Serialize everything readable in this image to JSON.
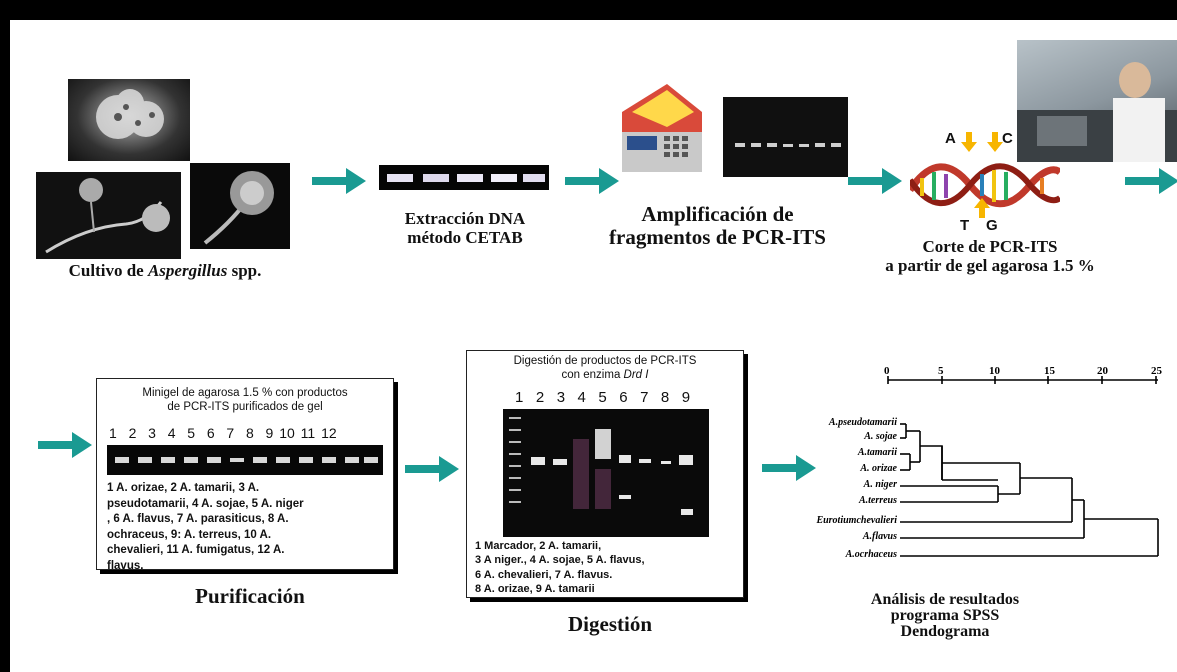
{
  "steps": {
    "cultivo": {
      "label_prefix": "Cultivo de ",
      "label_italic": "Aspergillus",
      "label_suffix": " spp."
    },
    "extraccion": {
      "line1": "Extracción DNA",
      "line2": "método CETAB"
    },
    "amplificacion": {
      "line1": "Amplificación de",
      "line2": "fragmentos de PCR-ITS"
    },
    "corte": {
      "line1": "Corte  de PCR-ITS",
      "line2": "a partir de gel agarosa 1.5  %"
    },
    "purificacion": {
      "label": "Purificación"
    },
    "digestion": {
      "label": "Digestión"
    },
    "analisis": {
      "line1": "Análisis de resultados",
      "line2": "programa SPSS",
      "line3": "Dendograma"
    }
  },
  "dna_letters": {
    "a": "A",
    "c": "C",
    "t": "T",
    "g": "G"
  },
  "purificacion_box": {
    "title1": "Minigel de agarosa 1.5 % con productos",
    "title2": "de PCR-ITS purificados de gel",
    "lanes": "1  2  3  4  5  6  7  8  9 10 11 12",
    "legend": [
      "1  A. orizae,  2  A. tamarii,  3  A.",
      "pseudotamarii, 4 A. sojae, 5 A. niger",
      ", 6 A. flavus,  7 A. parasiticus, 8 A.",
      "ochraceus,  9:  A.  terreus,  10  A.",
      "chevalieri,  11  A.  fumigatus,  12  A.",
      "flavus."
    ]
  },
  "digestion_box": {
    "title1": "Digestión de productos de PCR-ITS",
    "title2_prefix": "con enzima ",
    "title2_italic": "Drd I",
    "lanes": "1   2   3   4   5   6   7   8   9",
    "legend": [
      "1 Marcador, 2 A. tamarii,",
      "3 A niger., 4 A. sojae, 5 A. flavus,",
      "6 A. chevalieri, 7 A. flavus.",
      "8 A. orizae, 9 A. tamarii"
    ]
  },
  "dendrogram": {
    "ticks": [
      "0",
      "5",
      "10",
      "15",
      "20",
      "25"
    ],
    "leaves": [
      "A.pseudotamarii",
      "A. sojae",
      "A.tamarii",
      "A. orizae",
      "A. niger",
      "A.terreus",
      "Eurotiumchevalieri",
      "A.flavus",
      "A.ocrhaceus"
    ]
  },
  "colors": {
    "arrow": "#1a9a92",
    "frame": "#000000"
  }
}
